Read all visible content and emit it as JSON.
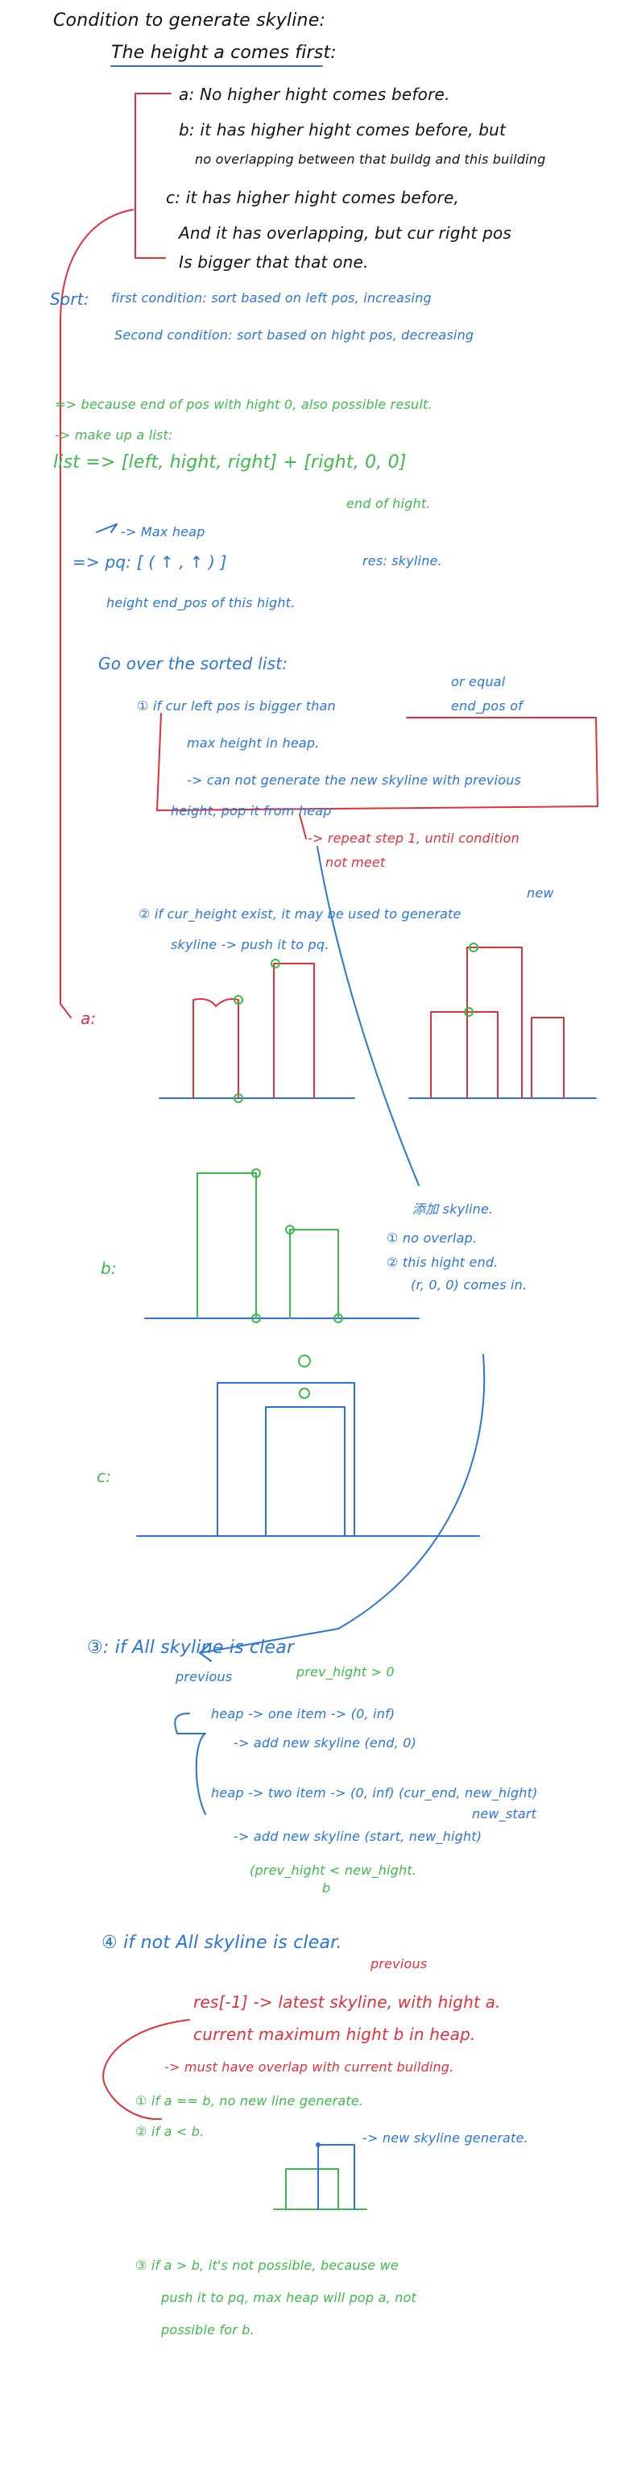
{
  "title": "Condition to generate skyline:",
  "heading": "The height a comes first:",
  "conditions": {
    "a": "a: No higher hight comes before.",
    "b1": "b: it has higher hight comes before, but",
    "b2": "no overlapping between that buildg and this building",
    "c1": "c: it has higher hight comes before,",
    "c2": "And it has overlapping, but cur right pos",
    "c3": "Is bigger that that one."
  },
  "sort": {
    "label": "Sort:",
    "first": "first condition: sort based on left pos, increasing",
    "second": "Second condition: sort based on hight pos, decreasing"
  },
  "list": {
    "because": "=> because end of pos with hight 0, also possible result.",
    "makeup": "-> make up a list:",
    "formula": "list => [left, hight, right] + [right, 0, 0]",
    "endnote": "end of hight."
  },
  "heap": {
    "maxheap": "-> Max heap",
    "pq": "=> pq: [ ( ↑ , ↑ ) ]",
    "res": "res: skyline.",
    "labels": "height   end_pos of this hight."
  },
  "steps": {
    "go": "Go over the sorted list:",
    "s1a": "① if cur left pos is bigger than",
    "s1over": "or equal",
    "s1b": "end_pos of",
    "s1c": "max height in heap.",
    "s1d": "-> can not generate the new skyline with previous",
    "s1e": "height, pop it from heap",
    "repeat": "-> repeat step 1, until condition",
    "notmeet": "not meet",
    "s2new": "new",
    "s2a": "② if cur_height exist, it may be used to generate",
    "s2b": "skyline -> push it to pq."
  },
  "figures": {
    "a": "a:",
    "b": "b:",
    "c": "c:",
    "note1": "添加 skyline.",
    "note2": "① no overlap.",
    "note3": "② this hight end.",
    "note4": "(r, 0, 0) comes in."
  },
  "step3": {
    "head": "③: if All skyline is clear",
    "previous": "previous",
    "prevhight": "prev_hight > 0",
    "l1": "heap -> one item -> (0, inf)",
    "l2": "-> add new skyline (end, 0)",
    "l3": "heap -> two item -> (0, inf) (cur_end, new_hight)",
    "newstart": "new_start",
    "l4": "-> add new skyline (start, new_hight)",
    "l5": "(prev_hight < new_hight.",
    "l5b": "b"
  },
  "step4": {
    "head": "④ if not All skyline is clear.",
    "previous": "previous",
    "l1": "res[-1] -> latest skyline, with hight a.",
    "l2": "current maximum hight b in heap.",
    "l3": "-> must have overlap with current building.",
    "l4": "① if a == b, no new line generate.",
    "l5": "② if a < b.",
    "newsky": "-> new skyline generate.",
    "l6": "③ if a > b, it's not possible, because we",
    "l7": "push it to pq, max heap will pop a, not",
    "l8": "possible for b."
  }
}
